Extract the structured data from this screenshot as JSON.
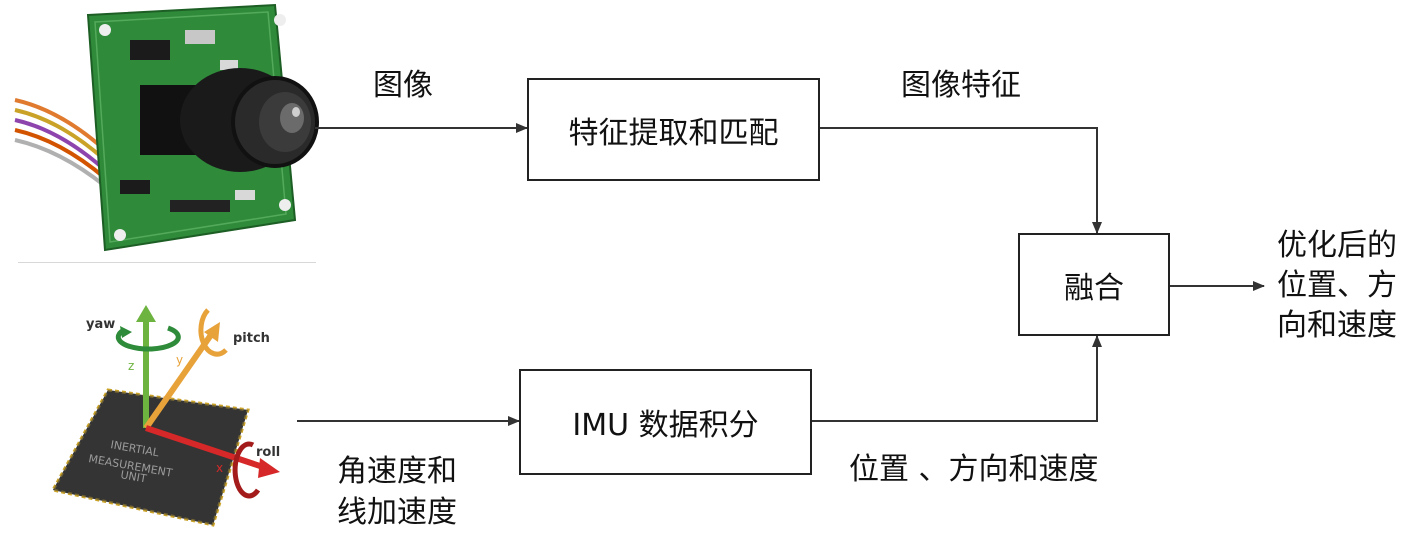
{
  "diagram": {
    "nodes": {
      "feature_box": "特征提取和匹配",
      "imu_box": "IMU 数据积分",
      "fusion_box": "融合"
    },
    "edges": {
      "camera_to_feature": "图像",
      "feature_to_fusion": "图像特征",
      "imu_sensor_to_integration": [
        "角速度和",
        "线加速度"
      ],
      "integration_to_fusion": "位置 、方向和速度",
      "fusion_output": [
        "优化后的",
        "位置、方",
        "向和速度"
      ]
    },
    "imu_chip": {
      "axes": {
        "yaw": "yaw",
        "pitch": "pitch",
        "roll": "roll",
        "x": "x",
        "y": "y",
        "z": "z"
      },
      "chip_text": [
        "INERTIAL",
        "MEASUREMENT",
        "UNIT"
      ]
    },
    "colors": {
      "line": "#333333",
      "pcb_green": "#2f8a3a",
      "axis_z": "#6db33f",
      "axis_y": "#e8a23a",
      "axis_x": "#d62828"
    }
  }
}
